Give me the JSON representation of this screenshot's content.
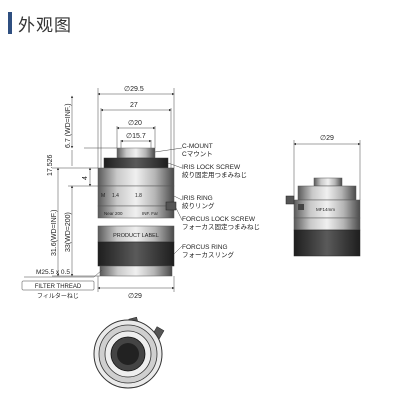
{
  "header": {
    "title": "外观图"
  },
  "dims": {
    "d_29_5": "29.5",
    "w_27": "27",
    "d_20": "20",
    "d_15_7": "15.7",
    "v_6_7": "6.7 (WD=INF.)",
    "v_17_526": "17.526",
    "v_4": "4",
    "v_31_6": "31.6(WD=INF.)",
    "v_33": "33(WD=200)",
    "d_29_bottom": "29",
    "d_29_side": "29",
    "thread": "M25.5 x 0.5"
  },
  "callouts": {
    "cmount_en": "C-MOUNT",
    "cmount_jp": "Cマウント",
    "iris_lock_en": "IRIS LOCK SCREW",
    "iris_lock_jp": "絞り固定用つまみねじ",
    "iris_ring_en": "IRIS RING",
    "iris_ring_jp": "絞りリング",
    "focus_lock_en": "FORCUS LOCK SCREW",
    "focus_lock_jp": "フォーカス固定つまみねじ",
    "focus_ring_en": "FORCUS RING",
    "focus_ring_jp": "フォーカスリング",
    "filter_en": "FILTER THREAD",
    "filter_jp": "フィルターねじ"
  },
  "lens_marks": {
    "product_label": "PRODUCT LABEL",
    "m": "M",
    "f_1_4": "1.4",
    "f_1_8": "1.8",
    "near": "Near 200",
    "inf": "INF. Far",
    "side_label": "MF14mm"
  },
  "colors": {
    "header_bar": "#2f4f80",
    "metal_dark": "#3a3a3a",
    "metal_mid": "#8a8a8a",
    "metal_light": "#d8d8d8"
  }
}
